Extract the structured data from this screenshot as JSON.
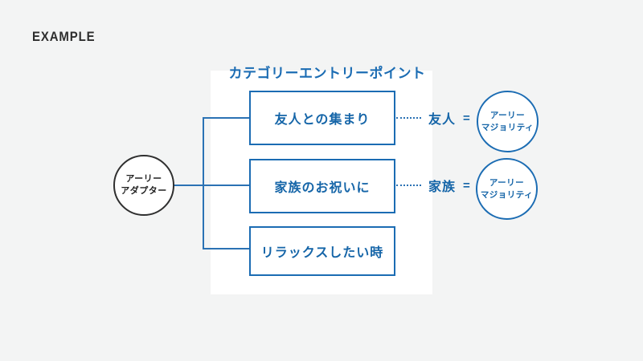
{
  "page": {
    "example_label": "EXAMPLE",
    "background_color": "#f3f4f4",
    "panel_color": "#ffffff"
  },
  "colors": {
    "blue_accent": "#1b6cb3",
    "dark_stroke": "#2f2f2f"
  },
  "diagram": {
    "title": "カテゴリーエントリーポイント",
    "source_node": {
      "lines": [
        "アーリー",
        "アダプター"
      ]
    },
    "entry_points": [
      {
        "label": "友人との集まり"
      },
      {
        "label": "家族のお祝いに"
      },
      {
        "label": "リラックスしたい時"
      }
    ],
    "mappings": [
      {
        "term": "友人",
        "equals": "=",
        "target_lines": [
          "アーリー",
          "マジョリティ"
        ]
      },
      {
        "term": "家族",
        "equals": "=",
        "target_lines": [
          "アーリー",
          "マジョリティ"
        ]
      }
    ]
  }
}
